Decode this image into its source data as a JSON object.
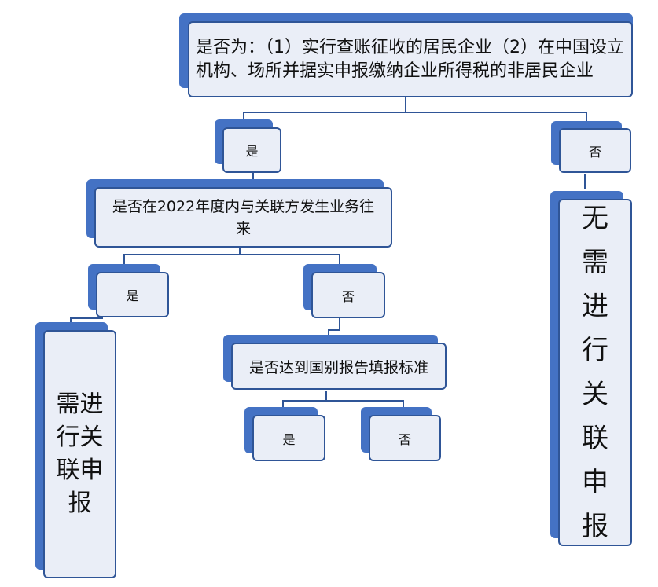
{
  "colors": {
    "shadow": "#4472c4",
    "border": "#2f5597",
    "fill": "#eaeef7",
    "line": "#2f5597"
  },
  "nodes": {
    "root": "是否为：（1）实行查账征收的居民企业（2）在中国设立机构、场所并据实申报缴纳企业所得税的非居民企业",
    "yes1": "是",
    "no1": "否",
    "q2": "是否在2022年度内与关联方发生业务往来",
    "yes2": "是",
    "no2": "否",
    "q3": "是否达到国别报告填报标准",
    "yes3": "是",
    "no3": "否",
    "result_left": "需进行关联申报",
    "result_right": "无需进行关联申报"
  }
}
